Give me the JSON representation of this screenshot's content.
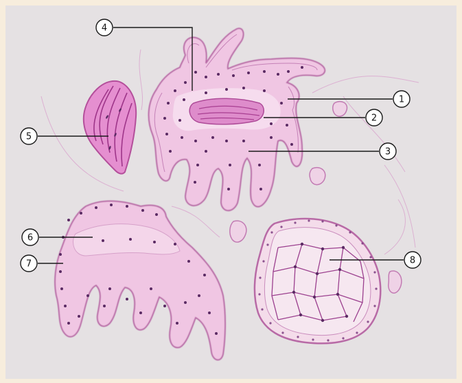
{
  "colors": {
    "frame": "#f7eddd",
    "paper": "#e9e6e6",
    "tissue": "#efc6e2",
    "tissue_dark": "#d99bc8",
    "tissue_line": "#b86aa6",
    "nucleus": "#5a2a63",
    "fiber": "#c25aaa",
    "leader": "#1a1a1a"
  },
  "callouts": [
    {
      "number": "1"
    },
    {
      "number": "2"
    },
    {
      "number": "3"
    },
    {
      "number": "4"
    },
    {
      "number": "5"
    },
    {
      "number": "6"
    },
    {
      "number": "7"
    },
    {
      "number": "8"
    }
  ]
}
